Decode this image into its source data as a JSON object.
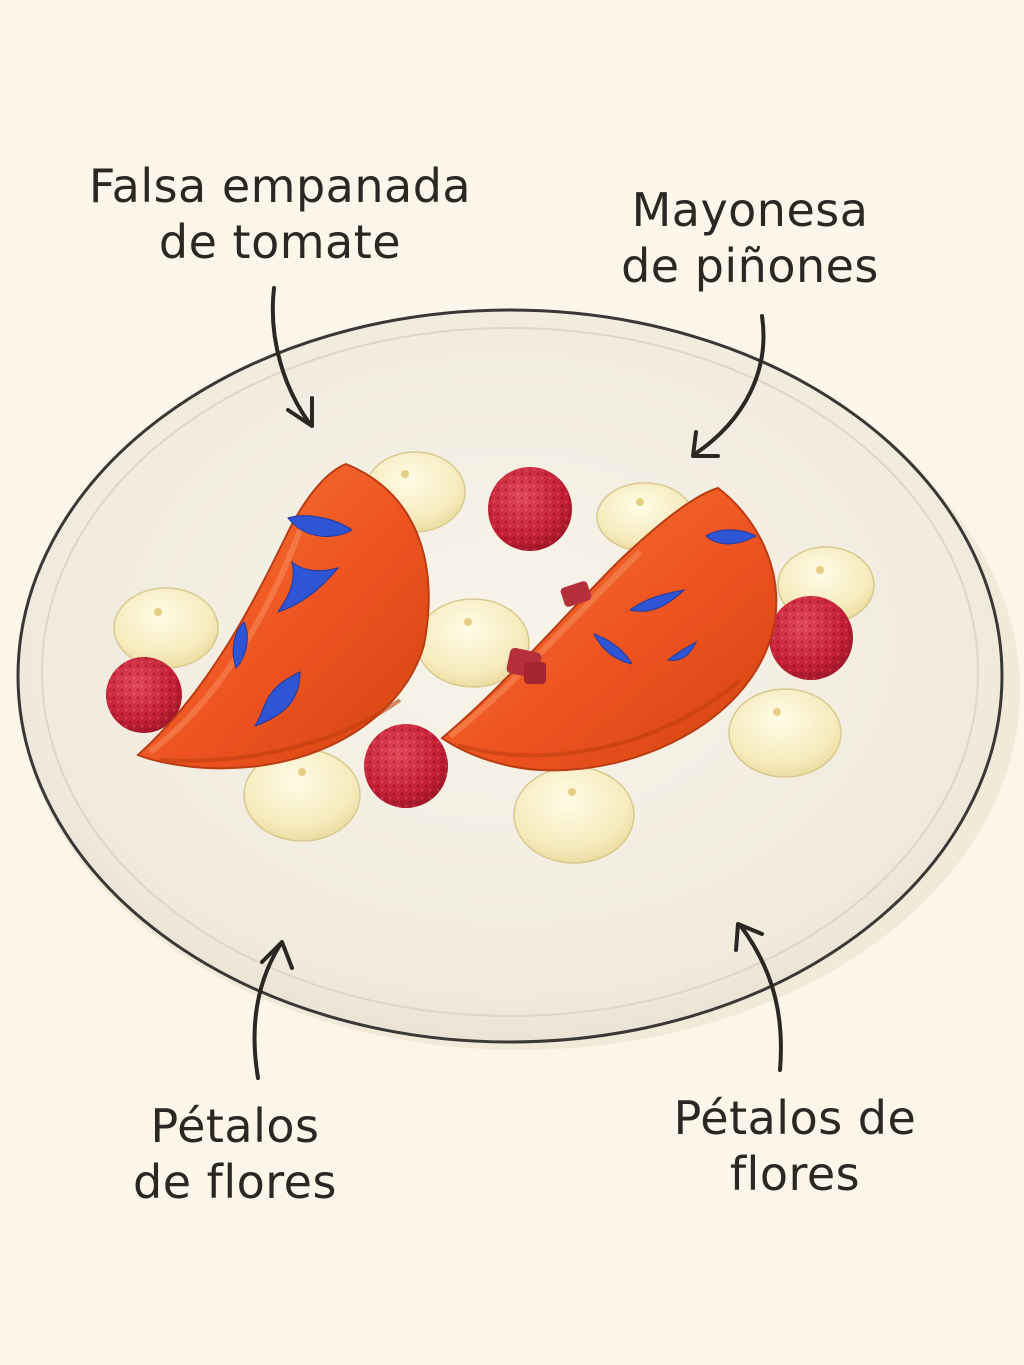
{
  "labels": {
    "empanada": {
      "line1": "Falsa empanada",
      "line2": "de tomate"
    },
    "mayonesa": {
      "line1": "Mayonesa",
      "line2": "de piñones"
    },
    "petalos_left": {
      "line1": "Pétalos",
      "line2": "de flores"
    },
    "petalos_right": {
      "line1": "Pétalos de",
      "line2": "flores"
    }
  },
  "colors": {
    "background": "#fbf6e9",
    "plate": "#f3eee3",
    "plate_rim": "#3a3835",
    "tomato": "#ef5a1f",
    "tomato_dark": "#c83f12",
    "mayo": "#f7edc3",
    "raspberry": "#c9223a",
    "petal": "#2f55d4",
    "ink": "#2b2824"
  },
  "icons": {
    "arrow": "curved-arrow-icon",
    "petal": "flower-petal-icon"
  }
}
